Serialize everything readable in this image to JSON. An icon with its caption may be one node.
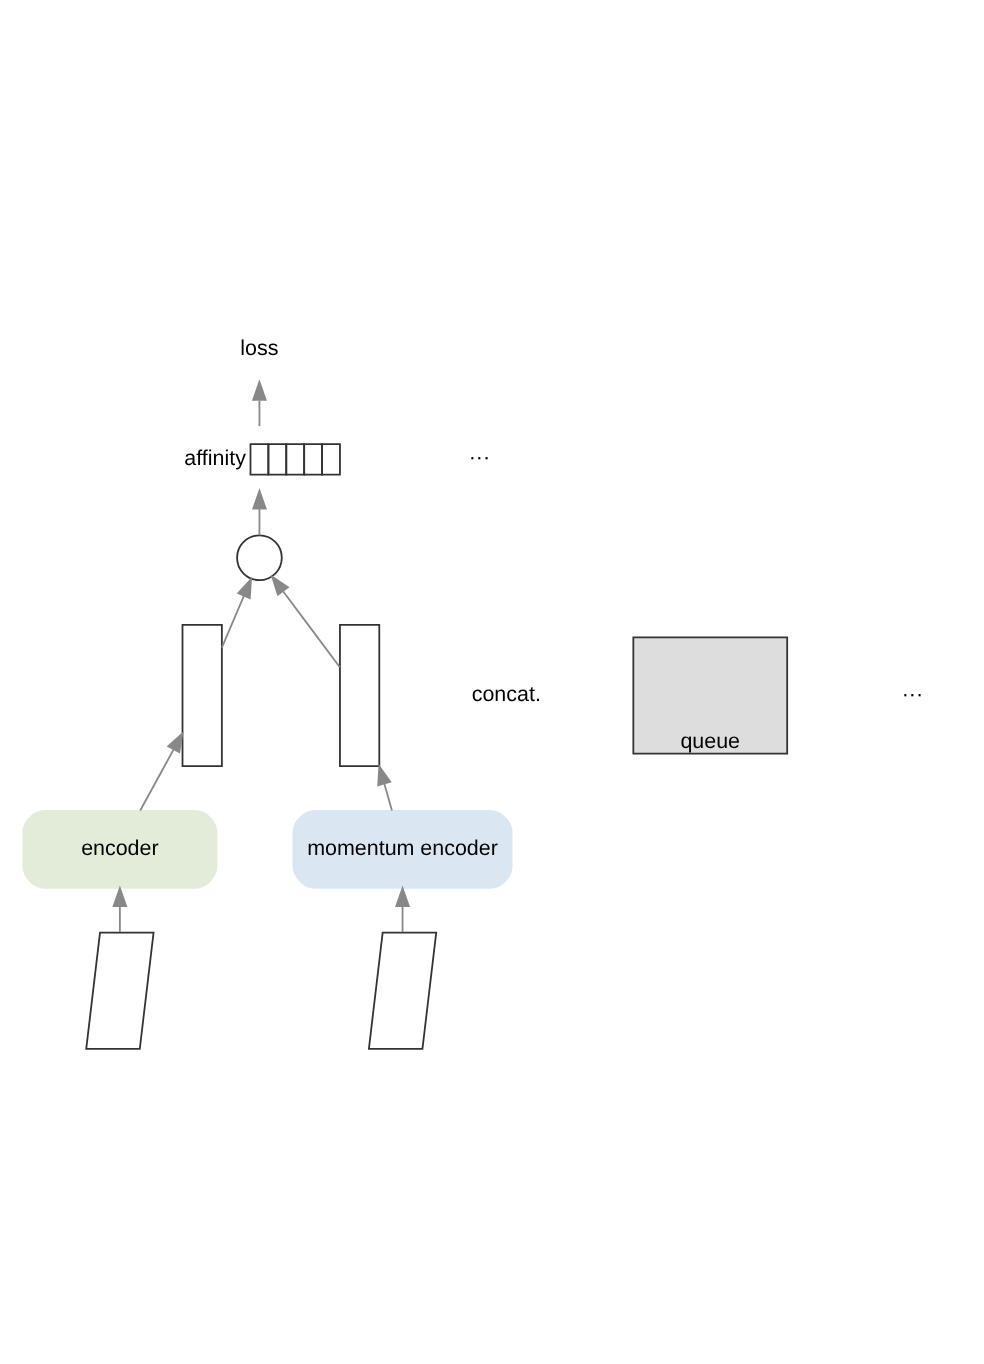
{
  "diagram": {
    "nodes": [
      {
        "text": [
          "loss"
        ]
      },
      {
        "text": [
          "affinity"
        ]
      },
      {
        "text": [],
        "shape": "circle"
      },
      {
        "text": [],
        "shape": "bar"
      },
      {
        "text": [],
        "shape": "bar"
      },
      {
        "text": [
          "queue"
        ]
      },
      {
        "text": [
          "encoder"
        ]
      },
      {
        "text": [
          "momentum encoder"
        ]
      },
      {
        "text": [],
        "shape": "box"
      },
      {
        "text": [],
        "shape": "box"
      }
    ],
    "edges": [
      {
        "from": 8,
        "to": 6,
        "arrow": "to"
      },
      {
        "from": 9,
        "to": 7,
        "arrow": "to"
      },
      {
        "from": 6,
        "to": 3,
        "arrow": "to"
      },
      {
        "from": 7,
        "to": 4,
        "arrow": "to"
      },
      {
        "from": 3,
        "to": 2,
        "arrow": "to"
      },
      {
        "from": 4,
        "to": 2,
        "arrow": "to"
      },
      {
        "from": 2,
        "to": 1,
        "arrow": "to"
      },
      {
        "from": 1,
        "to": 0,
        "arrow": "to"
      }
    ],
    "labels": [
      "···",
      "concat.",
      "···"
    ]
  }
}
